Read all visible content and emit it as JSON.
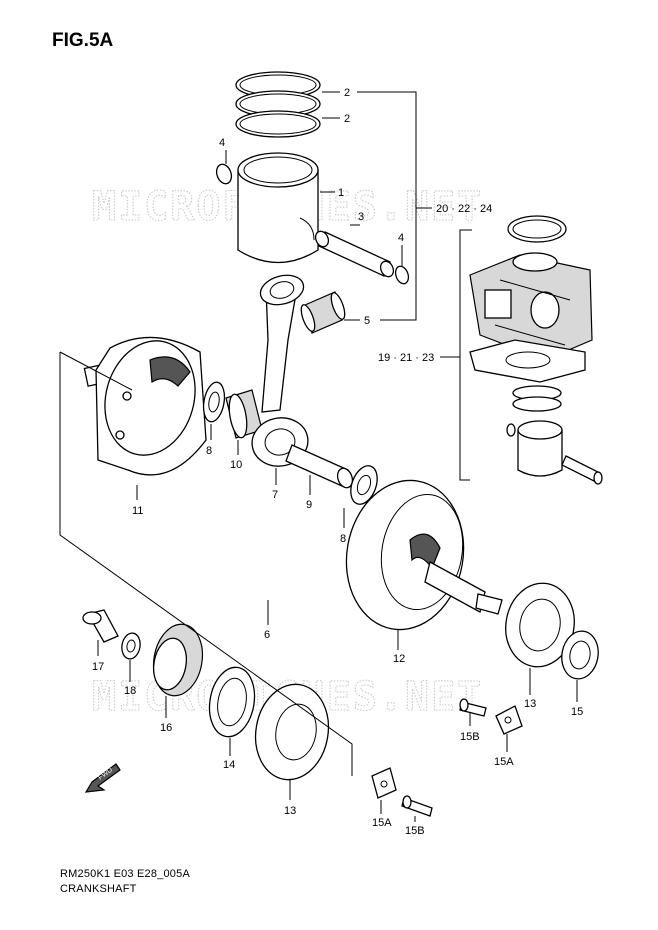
{
  "figure": {
    "title": "FIG.5A",
    "code": "RM250K1 E03 E28_005A",
    "caption": "CRANKSHAFT"
  },
  "watermark": {
    "text": "MICROFICHES.NET"
  },
  "callouts": {
    "c1": "1",
    "c2a": "2",
    "c2b": "2",
    "c3": "3",
    "c4a": "4",
    "c4b": "4",
    "c5": "5",
    "c6": "6",
    "c7": "7",
    "c8a": "8",
    "c8b": "8",
    "c9": "9",
    "c10": "10",
    "c11": "11",
    "c12": "12",
    "c13a": "13",
    "c13b": "13",
    "c14": "14",
    "c15": "15",
    "c15a1": "15A",
    "c15a2": "15A",
    "c15b1": "15B",
    "c15b2": "15B",
    "c16": "16",
    "c17": "17",
    "c18": "18",
    "c20_22_24": "20 · 22 · 24",
    "c19_21_23": "19 · 21 · 23"
  },
  "fwd_label": "FWD"
}
